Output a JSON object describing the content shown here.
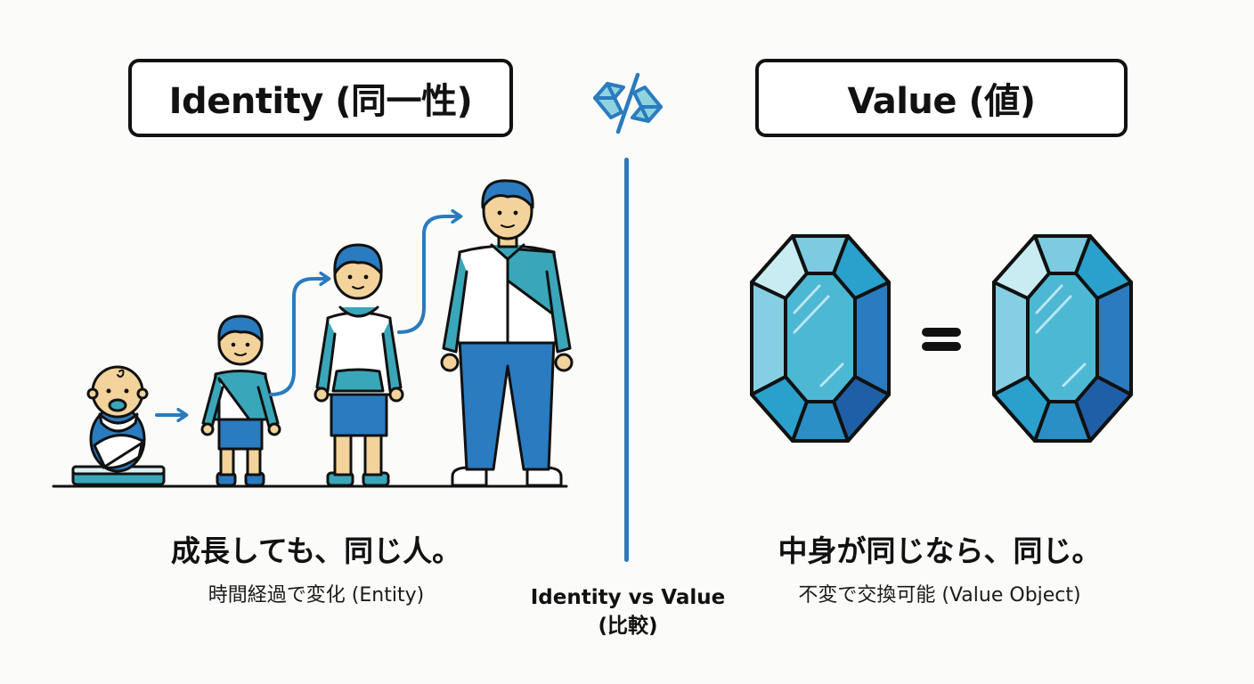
{
  "headers": {
    "identity": "Identity (同一性)",
    "value": "Value (値)"
  },
  "center": {
    "icon": "not-equal-gem-icon",
    "label_line1": "Identity vs Value",
    "label_line2": "(比較)"
  },
  "identity_section": {
    "illustration": "person-growing-baby-child-teen-adult",
    "stages": [
      "baby",
      "child",
      "teen",
      "adult"
    ],
    "caption_main": "成長しても、同じ人。",
    "caption_sub": "時間経過で変化 (Entity)"
  },
  "value_section": {
    "illustration": "two-identical-gems-equal",
    "operator": "=",
    "caption_main": "中身が同じなら、同じ。",
    "caption_sub": "不変で交換可能 (Value Object)"
  },
  "colors": {
    "accent_blue": "#2a7bbf",
    "teal": "#3aa6b9",
    "light_teal": "#8fd3e0",
    "dark_blue": "#1f5fa8",
    "skin": "#f3d39b",
    "outline": "#111111",
    "background": "#fbfbf9"
  }
}
